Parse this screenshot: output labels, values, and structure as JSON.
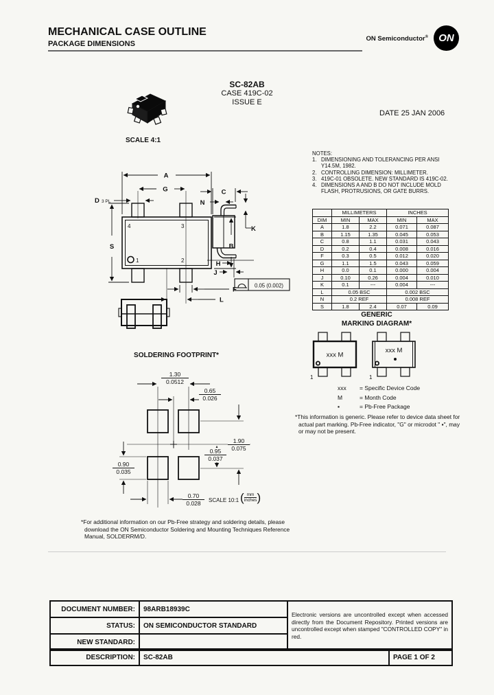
{
  "header": {
    "title": "MECHANICAL CASE OUTLINE",
    "subtitle": "PACKAGE DIMENSIONS",
    "brand": "ON Semiconductor",
    "brand_reg": "®",
    "logo_text": "ON"
  },
  "title_block": {
    "package": "SC-82AB",
    "case": "CASE 419C-02",
    "issue": "ISSUE E",
    "date": "DATE 25 JAN 2006",
    "scale": "SCALE 4:1"
  },
  "notes": {
    "heading": "NOTES:",
    "items": [
      {
        "num": "1.",
        "text": "DIMENSIONING AND TOLERANCING PER ANSI Y14.5M, 1982."
      },
      {
        "num": "2.",
        "text": "CONTROLLING DIMENSION: MILLIMETER."
      },
      {
        "num": "3.",
        "text": "419C-01 OBSOLETE. NEW STANDARD IS 419C-02."
      },
      {
        "num": "4.",
        "text": "DIMENSIONS A AND B DO NOT INCLUDE MOLD FLASH, PROTRUSIONS, OR GATE BURRS."
      }
    ]
  },
  "dim_table": {
    "group_mm": "MILLIMETERS",
    "group_in": "INCHES",
    "col_dim": "DIM",
    "col_min": "MIN",
    "col_max": "MAX",
    "rows": [
      {
        "d": "A",
        "mm1": "1.8",
        "mm2": "2.2",
        "in1": "0.071",
        "in2": "0.087"
      },
      {
        "d": "B",
        "mm1": "1.15",
        "mm2": "1.35",
        "in1": "0.045",
        "in2": "0.053"
      },
      {
        "d": "C",
        "mm1": "0.8",
        "mm2": "1.1",
        "in1": "0.031",
        "in2": "0.043"
      },
      {
        "d": "D",
        "mm1": "0.2",
        "mm2": "0.4",
        "in1": "0.008",
        "in2": "0.016"
      },
      {
        "d": "F",
        "mm1": "0.3",
        "mm2": "0.5",
        "in1": "0.012",
        "in2": "0.020"
      },
      {
        "d": "G",
        "mm1": "1.1",
        "mm2": "1.5",
        "in1": "0.043",
        "in2": "0.059"
      },
      {
        "d": "H",
        "mm1": "0.0",
        "mm2": "0.1",
        "in1": "0.000",
        "in2": "0.004"
      },
      {
        "d": "J",
        "mm1": "0.10",
        "mm2": "0.26",
        "in1": "0.004",
        "in2": "0.010"
      },
      {
        "d": "K",
        "mm1": "0.1",
        "mm2": "---",
        "in1": "0.004",
        "in2": "---"
      },
      {
        "d": "L",
        "mm": "0.05 BSC",
        "in": "0.002 BSC"
      },
      {
        "d": "N",
        "mm": "0.2 REF",
        "in": "0.008 REF"
      },
      {
        "d": "S",
        "mm1": "1.8",
        "mm2": "2.4",
        "in1": "0.07",
        "in2": "0.09"
      }
    ]
  },
  "drawing": {
    "labels": {
      "A": "A",
      "G": "G",
      "D": "D",
      "D_qty": "3 PL",
      "S": "S",
      "B": "B",
      "F": "F",
      "L": "L",
      "C": "C",
      "N": "N",
      "K": "K",
      "H": "H",
      "J": "J"
    },
    "pins": {
      "p1": "1",
      "p2": "2",
      "p3": "3",
      "p4": "4"
    },
    "seating_tol": "0.05 (0.002)"
  },
  "marking": {
    "title_line1": "GENERIC",
    "title_line2": "MARKING DIAGRAM*",
    "chip_text": "xxx M",
    "pin1": "1",
    "legend": [
      {
        "sym": "xxx",
        "desc": "= Specific Device Code"
      },
      {
        "sym": "M",
        "desc": "= Month Code"
      },
      {
        "sym": "▪",
        "desc": "= Pb-Free Package"
      }
    ],
    "footnote": "*This information is generic. Please refer to device data sheet for actual part marking. Pb-Free indicator, \"G\" or microdot \" ▪\", may or may not be present."
  },
  "footprint": {
    "title": "SOLDERING FOOTPRINT*",
    "dims": {
      "pitch_x": {
        "mm": "1.30",
        "in": "0.0512"
      },
      "half_pitch": {
        "mm": "0.65",
        "in": "0.026"
      },
      "span_y": {
        "mm": "1.90",
        "in": "0.075"
      },
      "half_y": {
        "mm": "0.95",
        "in": "0.037"
      },
      "pad_h": {
        "mm": "0.90",
        "in": "0.035"
      },
      "pad_w": {
        "mm": "0.70",
        "in": "0.028"
      }
    },
    "scale": "SCALE 10:1",
    "units_mm": "mm",
    "units_in": "inches",
    "footnote": "*For additional information on our Pb-Free strategy and soldering details, please download the ON Semiconductor Soldering and Mounting Techniques Reference Manual, SOLDERRM/D."
  },
  "doc_table": {
    "rows": [
      {
        "label": "DOCUMENT NUMBER:",
        "value": "98ARB18939C"
      },
      {
        "label": "STATUS:",
        "value": "ON SEMICONDUCTOR STANDARD"
      },
      {
        "label": "NEW STANDARD:",
        "value": ""
      },
      {
        "label": "DESCRIPTION:",
        "value": "SC-82AB"
      }
    ],
    "disclaimer": "Electronic versions are uncontrolled except when accessed directly from the Document Repository. Printed versions are uncontrolled except when stamped \"CONTROLLED COPY\" in red.",
    "page": "PAGE 1 OF 2"
  }
}
